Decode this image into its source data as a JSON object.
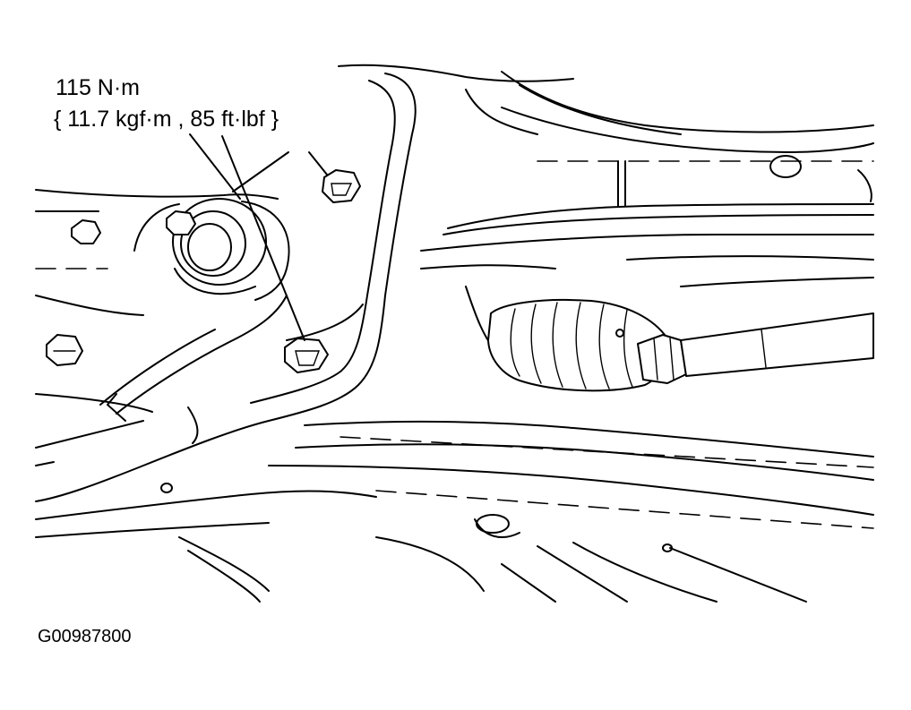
{
  "callout": {
    "torque_value": "115 N·m",
    "torque_conversion": "{ 11.7 kgf·m , 85 ft·lbf }"
  },
  "figure_id": "G00987800"
}
